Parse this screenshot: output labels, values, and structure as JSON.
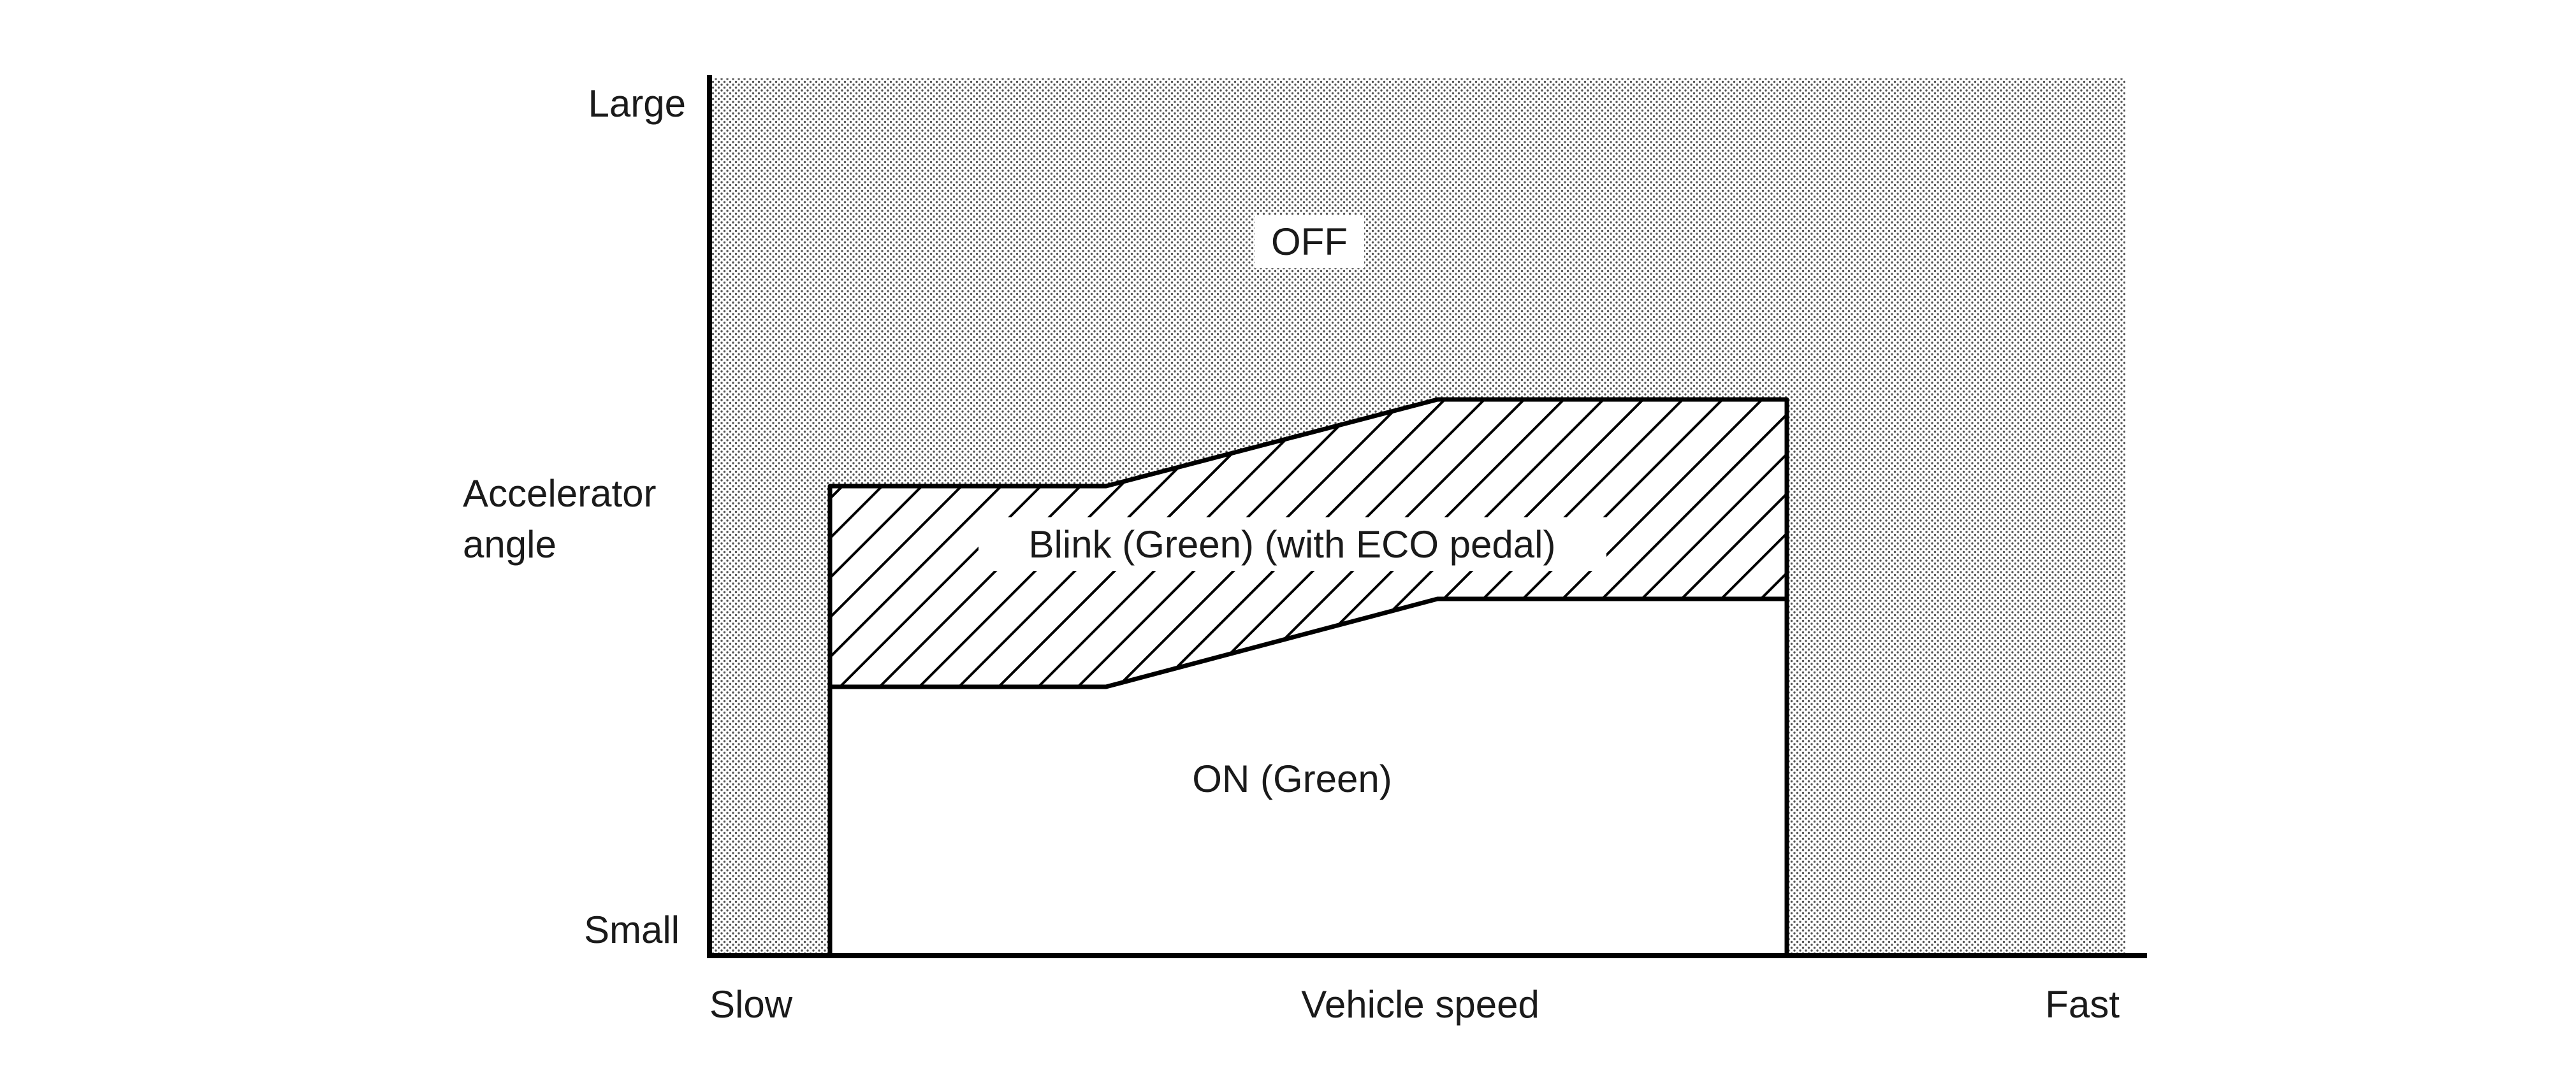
{
  "axes": {
    "y_label_line1": "Accelerator",
    "y_label_line2": "angle",
    "y_top": "Large",
    "y_bottom": "Small",
    "x_label": "Vehicle speed",
    "x_left": "Slow",
    "x_right": "Fast"
  },
  "regions": {
    "off": "OFF",
    "blink": "Blink (Green) (with ECO pedal)",
    "on": "ON (Green)"
  },
  "colors": {
    "background": "#ffffff",
    "off_dots": "#555555",
    "line": "#000000"
  }
}
